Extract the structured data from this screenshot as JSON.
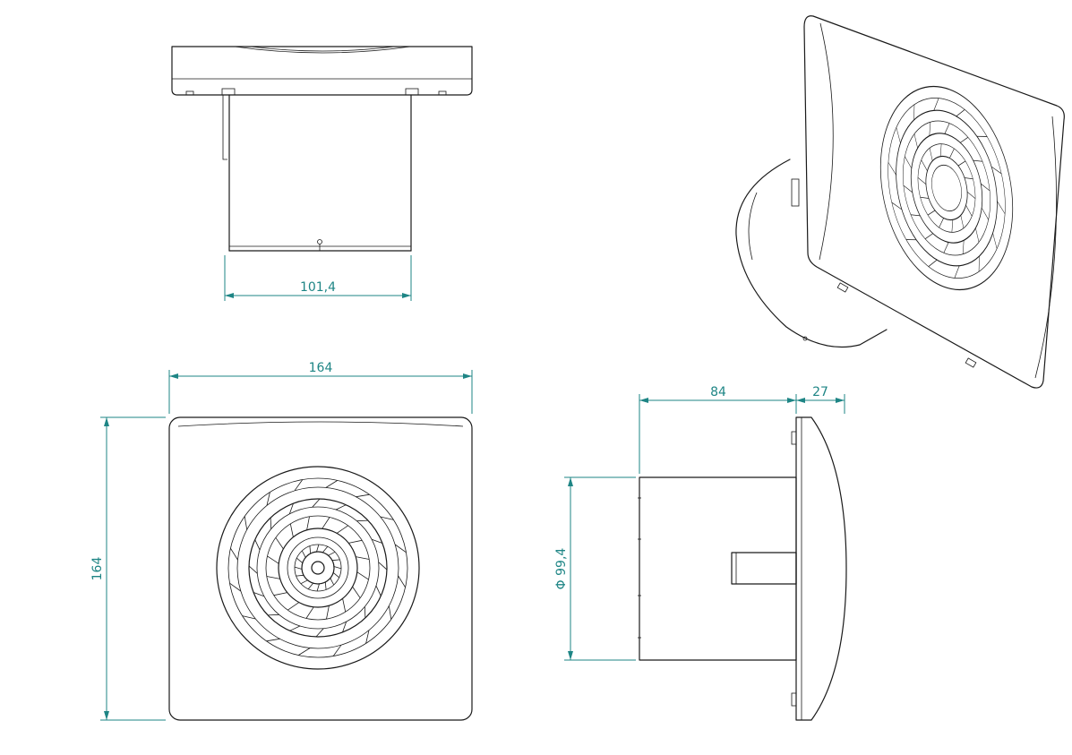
{
  "colors": {
    "dimension": "#1e8585",
    "outline": "#1a1a1a",
    "background": "#ffffff"
  },
  "dimensions": {
    "duct_width": "101,4",
    "front_width": "164",
    "front_height": "164",
    "duct_length": "84",
    "panel_depth": "27",
    "duct_diameter": "Φ 99,4"
  }
}
